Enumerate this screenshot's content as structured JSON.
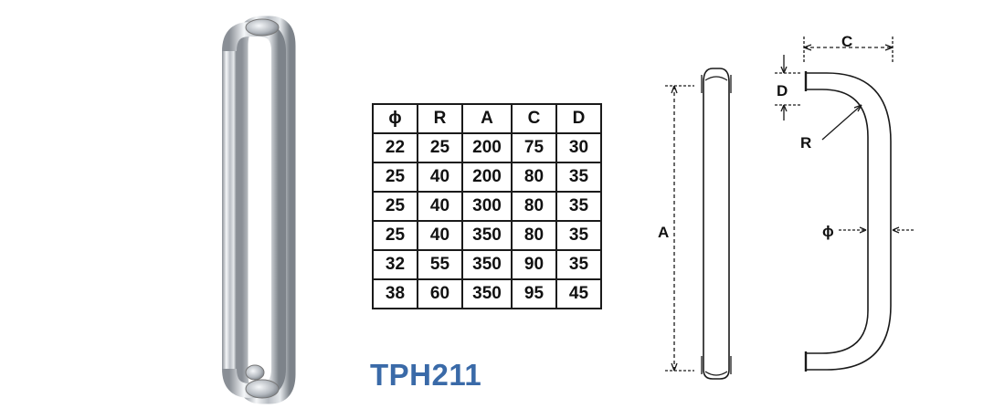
{
  "table": {
    "headers": [
      "ϕ",
      "R",
      "A",
      "C",
      "D"
    ],
    "rows": [
      [
        "22",
        "25",
        "200",
        "75",
        "30"
      ],
      [
        "25",
        "40",
        "200",
        "80",
        "35"
      ],
      [
        "25",
        "40",
        "300",
        "80",
        "35"
      ],
      [
        "25",
        "40",
        "350",
        "80",
        "35"
      ],
      [
        "32",
        "55",
        "350",
        "90",
        "35"
      ],
      [
        "38",
        "60",
        "350",
        "95",
        "45"
      ]
    ]
  },
  "model": {
    "name": "TPH211"
  },
  "drawing": {
    "label_a": "A",
    "label_c": "C",
    "label_d": "D",
    "label_r": "R",
    "label_phi": "ϕ"
  },
  "colors": {
    "model_text": "#3a6aa8",
    "line": "#1a1a1a"
  }
}
